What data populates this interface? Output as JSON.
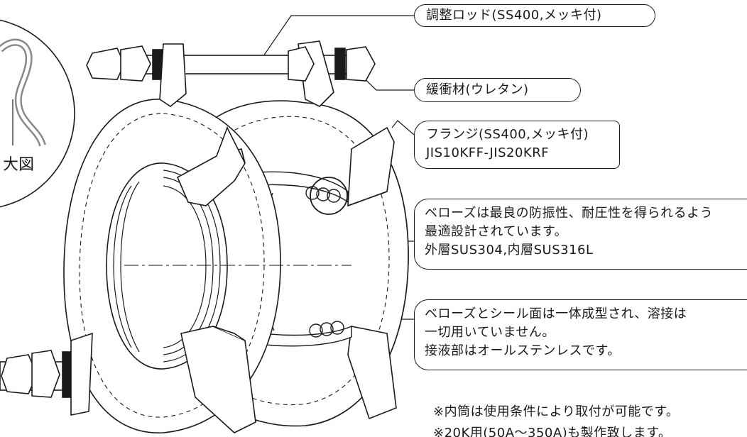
{
  "callouts": {
    "rod": "調整ロッド(SS400,メッキ付)",
    "cushion": "緩衝材(ウレタン)",
    "flange": "フランジ(SS400,メッキ付)\nJIS10KFF-JIS20KRF",
    "bellows": "ベローズは最良の防振性、耐圧性を得られるよう\n最適設計されています。\n外層SUS304,内層SUS316L",
    "seal": "ベローズとシール面は一体成型され、溶接は\n一切用いていません。\n接液部はオールステンレスです。"
  },
  "notes": {
    "inner_tube": "※内筒は使用条件により取付が可能です。",
    "k20": "※20K用(50A～350A)も製作致します。"
  },
  "detail_label": "大図"
}
